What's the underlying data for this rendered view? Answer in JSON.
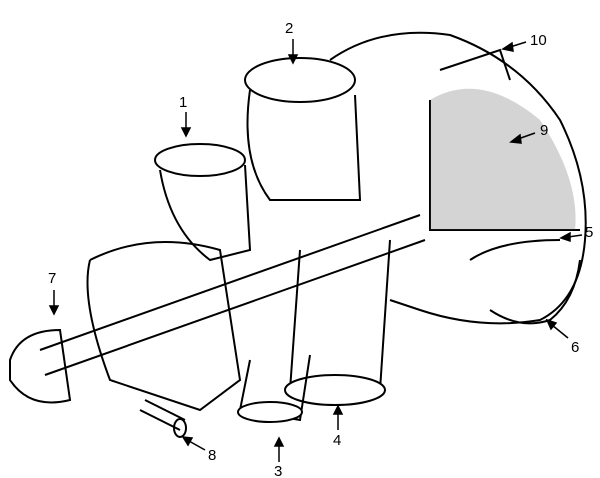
{
  "diagram": {
    "subject": "turbine-cutaway",
    "labels": [
      "1",
      "2",
      "3",
      "4",
      "5",
      "6",
      "7",
      "8",
      "9",
      "10"
    ],
    "colors": {
      "ink": "#000000",
      "paper": "#ffffff",
      "shade": "#555555"
    }
  }
}
